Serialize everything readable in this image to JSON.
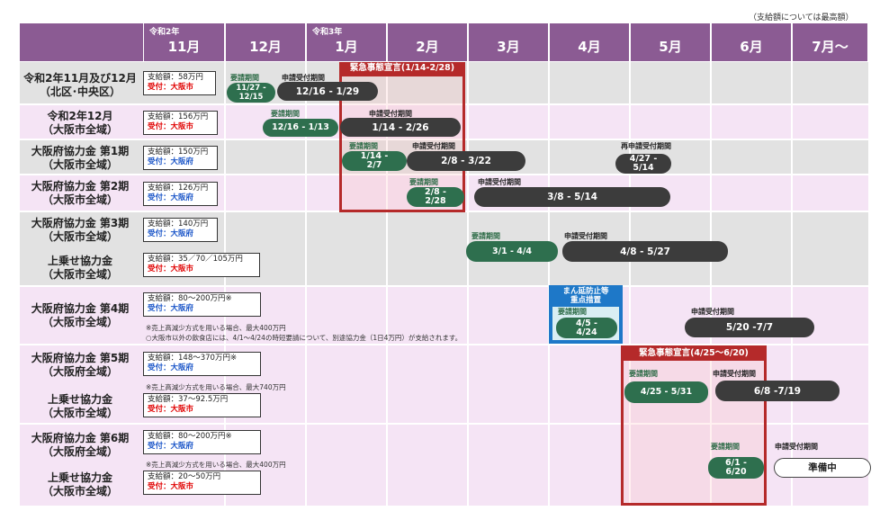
{
  "note": "（支給額については最高額）",
  "months": [
    {
      "sub": "令和2年",
      "label": "11月"
    },
    {
      "sub": "",
      "label": "12月"
    },
    {
      "sub": "令和3年",
      "label": "1月"
    },
    {
      "sub": "",
      "label": "2月"
    },
    {
      "sub": "",
      "label": "3月"
    },
    {
      "sub": "",
      "label": "4月"
    },
    {
      "sub": "",
      "label": "5月"
    },
    {
      "sub": "",
      "label": "6月"
    },
    {
      "sub": "",
      "label": "7月～"
    }
  ],
  "rows": {
    "r1": {
      "l1": "令和2年11月及び12月",
      "l2": "（北区･中央区）",
      "amount": "支給額：58万円",
      "receiver": "受付：大阪市"
    },
    "r2": {
      "l1": "令和2年12月",
      "l2": "（大阪市全域）",
      "amount": "支給額：156万円",
      "receiver": "受付：大阪市"
    },
    "r3": {
      "l1": "大阪府協力金 第1期",
      "l2": "（大阪市全域）",
      "amount": "支給額：150万円",
      "receiver": "受付：大阪府"
    },
    "r4": {
      "l1": "大阪府協力金 第2期",
      "l2": "（大阪市全域）",
      "amount": "支給額：126万円",
      "receiver": "受付：大阪府"
    },
    "r5a": {
      "l1": "大阪府協力金 第3期",
      "l2": "（大阪市全域）",
      "amount": "支給額：140万円",
      "receiver": "受付：大阪府"
    },
    "r5b": {
      "l1": "上乗せ協力金",
      "l2": "（大阪市全域）",
      "amount": "支給額：35／70／105万円",
      "receiver": "受付：大阪市"
    },
    "r6": {
      "l1": "大阪府協力金 第4期",
      "l2": "（大阪市全域）",
      "amount": "支給額：80～200万円※",
      "receiver": "受付：大阪府",
      "n1": "※売上高減少方式を用いる場合、最大400万円",
      "n2": "○大阪市以外の飲食店には、4/1～4/24の時短要請について、別途協力金（1日4万円）が支給されます。"
    },
    "r7a": {
      "l1": "大阪府協力金 第5期",
      "l2": "（大阪府全域）",
      "amount": "支給額：148～370万円※",
      "receiver": "受付：大阪府",
      "n1": "※売上高減少方式を用いる場合、最大740万円"
    },
    "r7b": {
      "l1": "上乗せ協力金",
      "l2": "（大阪市全域）",
      "amount": "支給額：37～92.5万円",
      "receiver": "受付：大阪市"
    },
    "r8a": {
      "l1": "大阪府協力金 第6期",
      "l2": "（大阪府全域）",
      "amount": "支給額：80～200万円※",
      "receiver": "受付：大阪府",
      "n1": "※売上高減少方式を用いる場合、最大400万円"
    },
    "r8b": {
      "l1": "上乗せ協力金",
      "l2": "（大阪市全域）",
      "amount": "支給額：20～50万円",
      "receiver": "受付：大阪市"
    }
  },
  "labels": {
    "request": "要請期間",
    "apply": "申請受付期間",
    "reapply": "再申請受付期間"
  },
  "periods": {
    "r1_req": "11/27 - 12/15",
    "r1_app": "12/16 - 1/29",
    "r2_req": "12/16 - 1/13",
    "r2_app": "1/14 - 2/26",
    "r3_req": "1/14 - 2/7",
    "r3_app": "2/8 - 3/22",
    "r3_reapp": "4/27 - 5/14",
    "r4_req": "2/8 - 2/28",
    "r4_app": "3/8 - 5/14",
    "r5_req": "3/1 - 4/4",
    "r5_app": "4/8 - 5/27",
    "r6_req": "4/5 - 4/24",
    "r6_app": "5/20 -7/7",
    "r7_req": "4/25 - 5/31",
    "r7_app": "6/8 -7/19",
    "r8_req": "6/1 - 6/20",
    "r8_app": "準備中"
  },
  "emergency1": "緊急事態宣言(1/14-2/28)",
  "emergency2": "緊急事態宣言(4/25～6/20)",
  "priority": {
    "l1": "まん延防止等",
    "l2": "重点措置"
  }
}
